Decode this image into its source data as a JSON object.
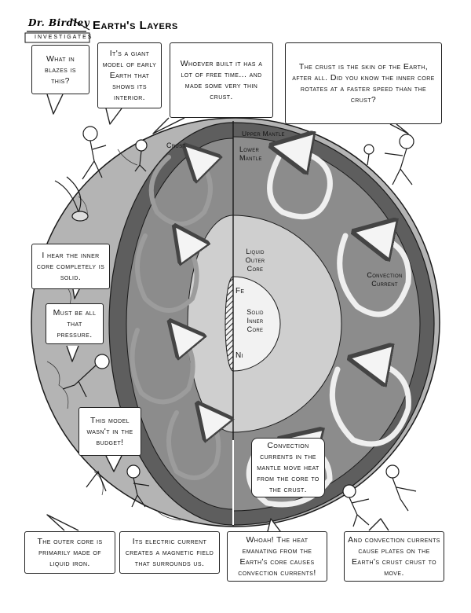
{
  "header": {
    "brand_name": "Dr. Birdley",
    "brand_sub": "INVESTIGATES",
    "title": "Earth's Layers"
  },
  "bubbles": {
    "what_is_this": "What in blazes is this?",
    "giant_model": "It's a giant model of early Earth that shows its interior.",
    "free_time": "Whoever built it has a lot of free time... and made some very thin crust.",
    "skin_of_earth": "The crust is the skin of the Earth, after all. Did you know the inner core rotates at a faster speed than the crust?",
    "inner_core_solid": "I hear the inner core completely is solid.",
    "must_be_pressure": "Must be all that pressure.",
    "model_budget": "This model wasn't in the budget!",
    "convection_heat": "Convection currents in the mantle move heat from the core to the crust.",
    "outer_core_iron": "The outer core is primarily made of liquid iron.",
    "electric_current": "Its electric current creates a magnetic field that surrounds us.",
    "whoah": "Whoah! The heat emanating from the Earth's core causes convection currents!",
    "plates_move": "And convection currents cause plates on the Earth's crust crust to move."
  },
  "labels": {
    "crust": "Crust",
    "upper_mantle": "Upper Mantle",
    "lower_mantle": "Lower Mantle",
    "liquid_outer_core": "Liquid Outer Core",
    "solid_inner_core": "Solid Inner Core",
    "convection_current": "Convection Current",
    "fe": "Fe",
    "ni": "Ni"
  },
  "colors": {
    "crust": "#b4b4b4",
    "upper_mantle": "#5e5e5e",
    "lower_mantle": "#8c8c8c",
    "outer_core": "#cfcfcf",
    "inner_core": "#f2f2f2",
    "arrows": "#e8e8e8",
    "ink": "#1a1a1a"
  }
}
